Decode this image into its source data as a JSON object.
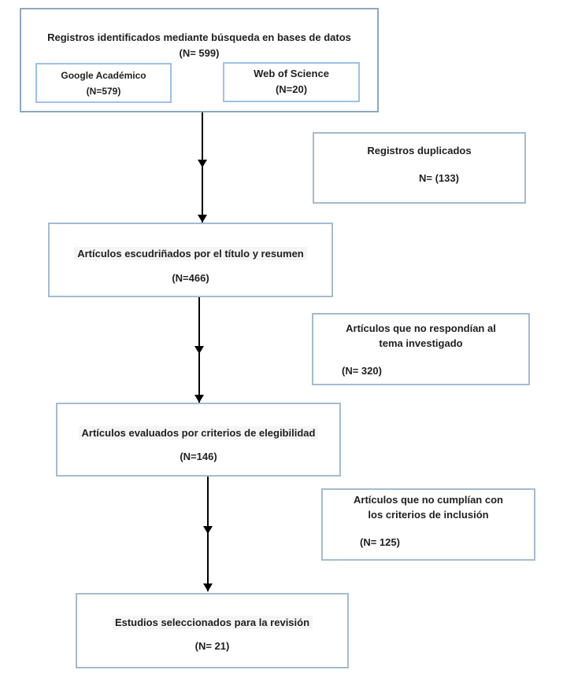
{
  "diagram": {
    "identified": {
      "line1": "Registros identificados mediante búsqueda en bases de datos",
      "line2": "(N= 599)"
    },
    "google": {
      "line1": "Google Académico",
      "line2": "(N=579)"
    },
    "wos": {
      "line1": "Web of Science",
      "line2": "(N=20)"
    },
    "duplicates": {
      "line1": "Registros duplicados",
      "line2": "N= (133)"
    },
    "screened": {
      "line1": "Artículos escudriñados por el título y resumen",
      "line2": "(N=466)"
    },
    "excluded_topic": {
      "line1": "Artículos que no respondían al",
      "line2": "tema investigado",
      "line3": "(N= 320)"
    },
    "eligibility": {
      "line1": "Artículos evaluados por criterios de elegibilidad",
      "line2": "(N=146)"
    },
    "excluded_criteria": {
      "line1": "Artículos que no cumplían con",
      "line2": "los criterios de inclusión",
      "line3": "(N= 125)"
    },
    "included": {
      "line1": "Estudios seleccionados para la revisión",
      "line2": "(N= 21)"
    }
  },
  "colors": {
    "box_border_outer": "#8ca7c2",
    "box_border": "#a4bbd2",
    "inner_box_border": "#9cc2e5",
    "arrow": "#000000",
    "text": "#1f1f1f",
    "title_highlight": "#f5f5f5"
  }
}
